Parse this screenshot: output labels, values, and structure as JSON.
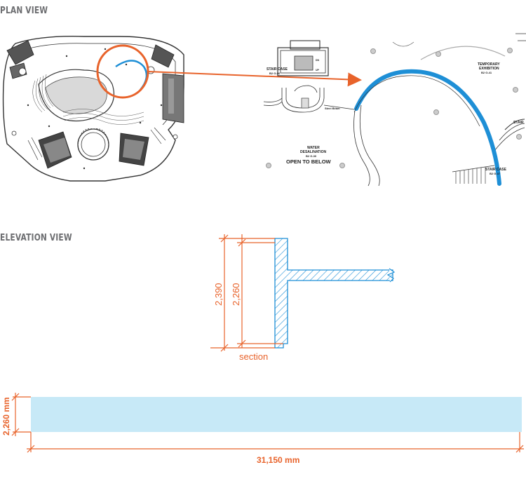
{
  "headings": {
    "plan": "PLAN VIEW",
    "elevation": "ELEVATION VIEW"
  },
  "detail_labels": {
    "stair_case_top": "STAIR CASE",
    "stair_case_top_code": "B2 G-06",
    "temporary_exhibition": "TEMPORARY",
    "temporary_exhibition_2": "EXHIBITION",
    "temporary_exhibition_code": "B2 G-41",
    "water_desalination": "WATER",
    "water_desalination_2": "DESALINATION",
    "water_desalination_code": "B2 G-30",
    "open_to_below": "OPEN TO BELOW",
    "stair_case_bottom": "STAIR CASE",
    "stair_case_bottom_code": "B2 G-07",
    "steel_beam": "Steel Beam",
    "stair_right": "STAIR",
    "stair_marker_dn": "DN",
    "stair_marker_up": "UP"
  },
  "section": {
    "outer_height": "2,390",
    "inner_height": "2,260",
    "caption": "section"
  },
  "elevation_strip": {
    "height": "2,260 mm",
    "length": "31,150 mm"
  },
  "colors": {
    "accent_orange": "#e8632b",
    "highlight_blue": "#1e8fd6",
    "strip_fill": "#c7e9f7",
    "heading_gray": "#6d6e71",
    "line_dark": "#333333"
  }
}
